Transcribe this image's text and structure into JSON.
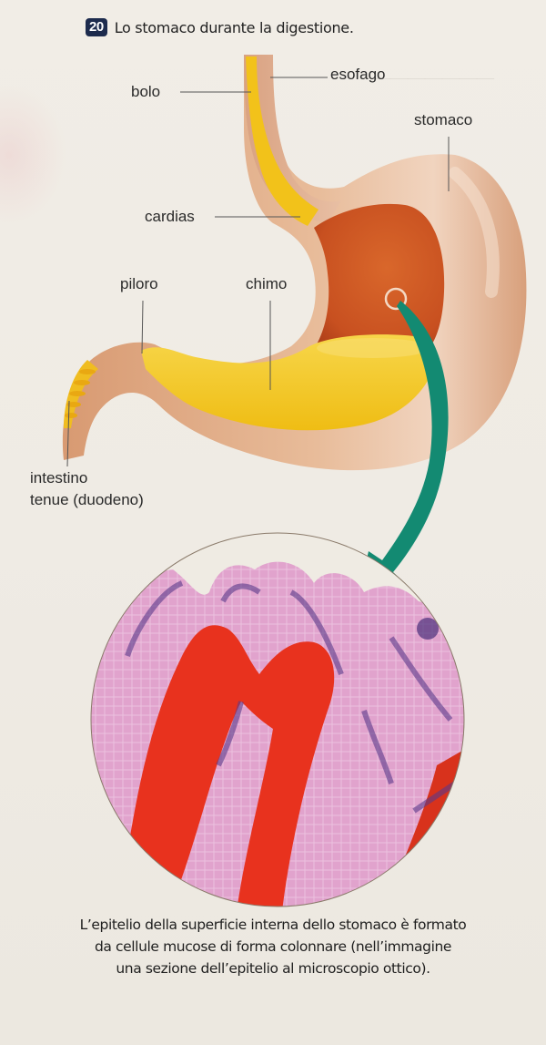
{
  "figure": {
    "number": "20",
    "title": "Lo stomaco durante la digestione."
  },
  "labels": {
    "esofago": "esofago",
    "bolo": "bolo",
    "stomaco": "stomaco",
    "cardias": "cardias",
    "piloro": "piloro",
    "chimo": "chimo",
    "intestino_line1": "intestino",
    "intestino_line2": "tenue (duodeno)"
  },
  "caption": {
    "lines": [
      "L’epitelio della superficie interna dello stomaco è formato",
      "da cellule mucose di forma colonnare (nell’immagine",
      "una sezione dell’epitelio al microscopio ottico)."
    ]
  },
  "colors": {
    "page_background": "#efebe3",
    "badge_background": "#1d2b4d",
    "stomach_wall": "#dcaa86",
    "stomach_interior": "#cf5a22",
    "bolus_yellow": "#f2c21a",
    "chyme_yellow": "#f3cc2a",
    "arrow_teal": "#138a72",
    "histology_pink": "#d98fc0",
    "histology_red": "#e8321e",
    "histology_purple": "#5a3a8a"
  }
}
